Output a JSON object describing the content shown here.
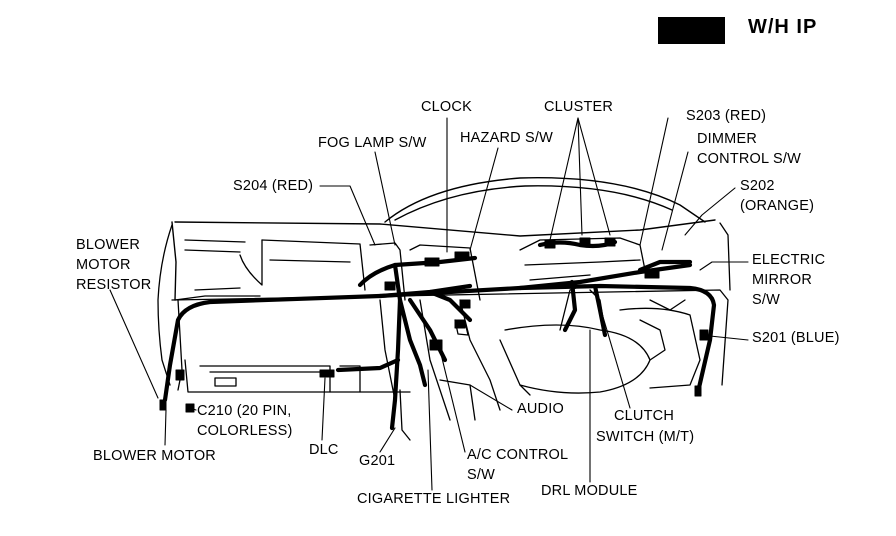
{
  "header": {
    "title": "W/H IP"
  },
  "labels": {
    "clock": "CLOCK",
    "cluster": "CLUSTER",
    "s203": "S203 (RED)",
    "fog_lamp_sw": "FOG LAMP S/W",
    "hazard_sw": "HAZARD S/W",
    "dimmer_1": "DIMMER",
    "dimmer_2": "CONTROL S/W",
    "s204": "S204 (RED)",
    "s202_1": "S202",
    "s202_2": "(ORANGE)",
    "blower_res_1": "BLOWER",
    "blower_res_2": "MOTOR",
    "blower_res_3": "RESISTOR",
    "mirror_1": "ELECTRIC",
    "mirror_2": "MIRROR",
    "mirror_3": "S/W",
    "s201": "S201 (BLUE)",
    "c210_1": "C210 (20 PIN,",
    "c210_2": "COLORLESS)",
    "audio": "AUDIO",
    "clutch_1": "CLUTCH",
    "clutch_2": "SWITCH (M/T)",
    "blower_motor": "BLOWER MOTOR",
    "dlc": "DLC",
    "g201": "G201",
    "ac_1": "A/C CONTROL",
    "ac_2": "S/W",
    "drl": "DRL MODULE",
    "cig": "CIGARETTE LIGHTER"
  }
}
